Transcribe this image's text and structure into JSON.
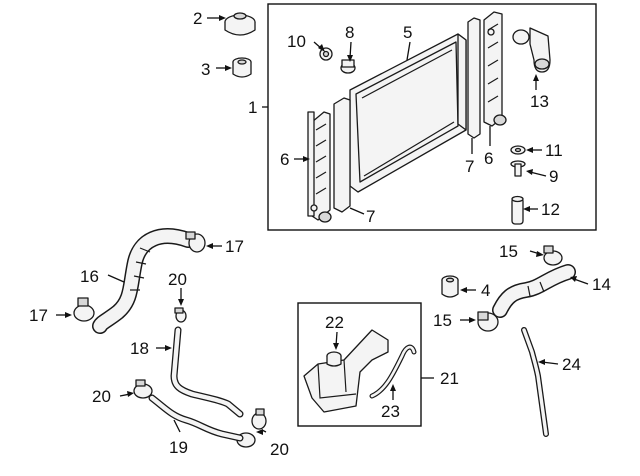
{
  "diagram": {
    "callouts": [
      {
        "id": "c1",
        "text": "1"
      },
      {
        "id": "c2",
        "text": "2"
      },
      {
        "id": "c3",
        "text": "3"
      },
      {
        "id": "c4",
        "text": "4"
      },
      {
        "id": "c5",
        "text": "5"
      },
      {
        "id": "c6a",
        "text": "6"
      },
      {
        "id": "c6b",
        "text": "6"
      },
      {
        "id": "c7a",
        "text": "7"
      },
      {
        "id": "c7b",
        "text": "7"
      },
      {
        "id": "c8",
        "text": "8"
      },
      {
        "id": "c9",
        "text": "9"
      },
      {
        "id": "c10",
        "text": "10"
      },
      {
        "id": "c11",
        "text": "11"
      },
      {
        "id": "c12",
        "text": "12"
      },
      {
        "id": "c13",
        "text": "13"
      },
      {
        "id": "c14",
        "text": "14"
      },
      {
        "id": "c15a",
        "text": "15"
      },
      {
        "id": "c15b",
        "text": "15"
      },
      {
        "id": "c16",
        "text": "16"
      },
      {
        "id": "c17a",
        "text": "17"
      },
      {
        "id": "c17b",
        "text": "17"
      },
      {
        "id": "c18",
        "text": "18"
      },
      {
        "id": "c19",
        "text": "19"
      },
      {
        "id": "c20a",
        "text": "20"
      },
      {
        "id": "c20b",
        "text": "20"
      },
      {
        "id": "c20c",
        "text": "20"
      },
      {
        "id": "c21",
        "text": "21"
      },
      {
        "id": "c22",
        "text": "22"
      },
      {
        "id": "c23",
        "text": "23"
      },
      {
        "id": "c24",
        "text": "24"
      }
    ]
  }
}
